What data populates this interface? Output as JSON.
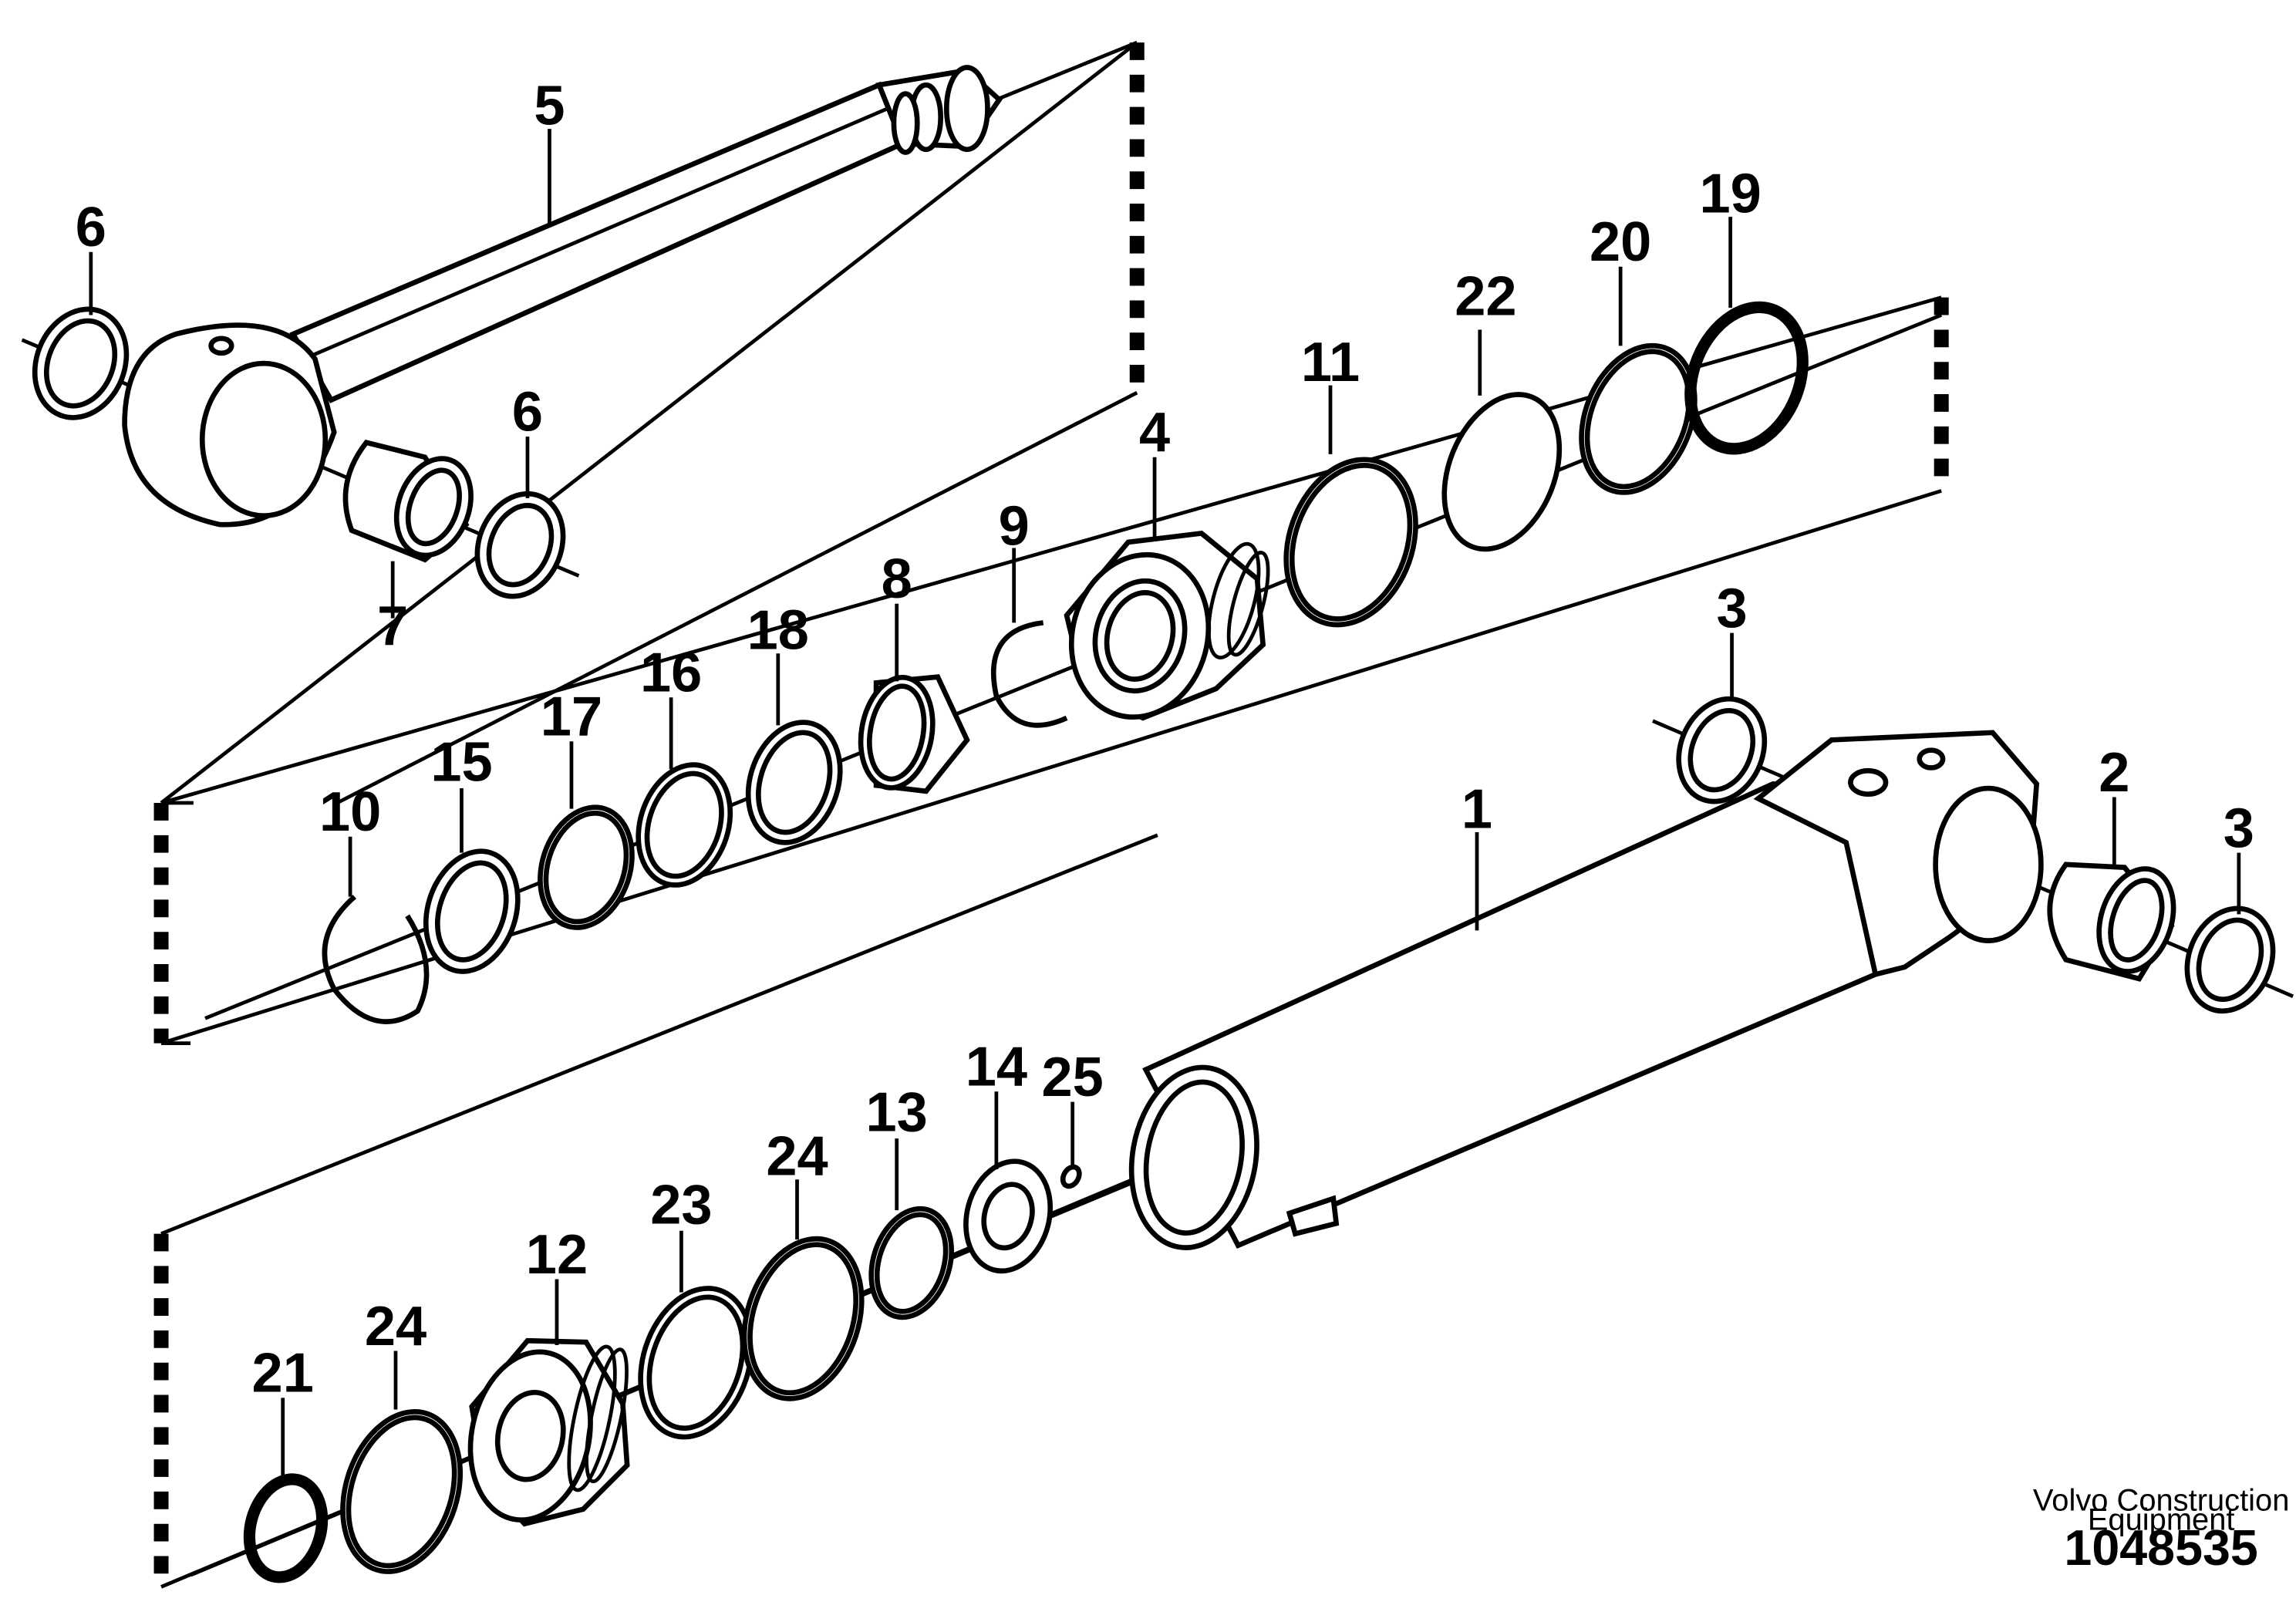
{
  "title": "",
  "labels": {
    "l1": "1",
    "l2": "2",
    "l3a": "3",
    "l3b": "3",
    "l4": "4",
    "l5": "5",
    "l6a": "6",
    "l6b": "6",
    "l7": "7",
    "l8": "8",
    "l9": "9",
    "l10": "10",
    "l11": "11",
    "l12": "12",
    "l13": "13",
    "l14": "14",
    "l15": "15",
    "l16": "16",
    "l17": "17",
    "l18": "18",
    "l19": "19",
    "l20": "20",
    "l21": "21",
    "l22": "22",
    "l23": "23",
    "l24a": "24",
    "l24b": "24",
    "l25": "25"
  },
  "footer": {
    "brand_line1": "Volvo Construction",
    "brand_line2": "Equipment",
    "doc_number": "1048535"
  }
}
